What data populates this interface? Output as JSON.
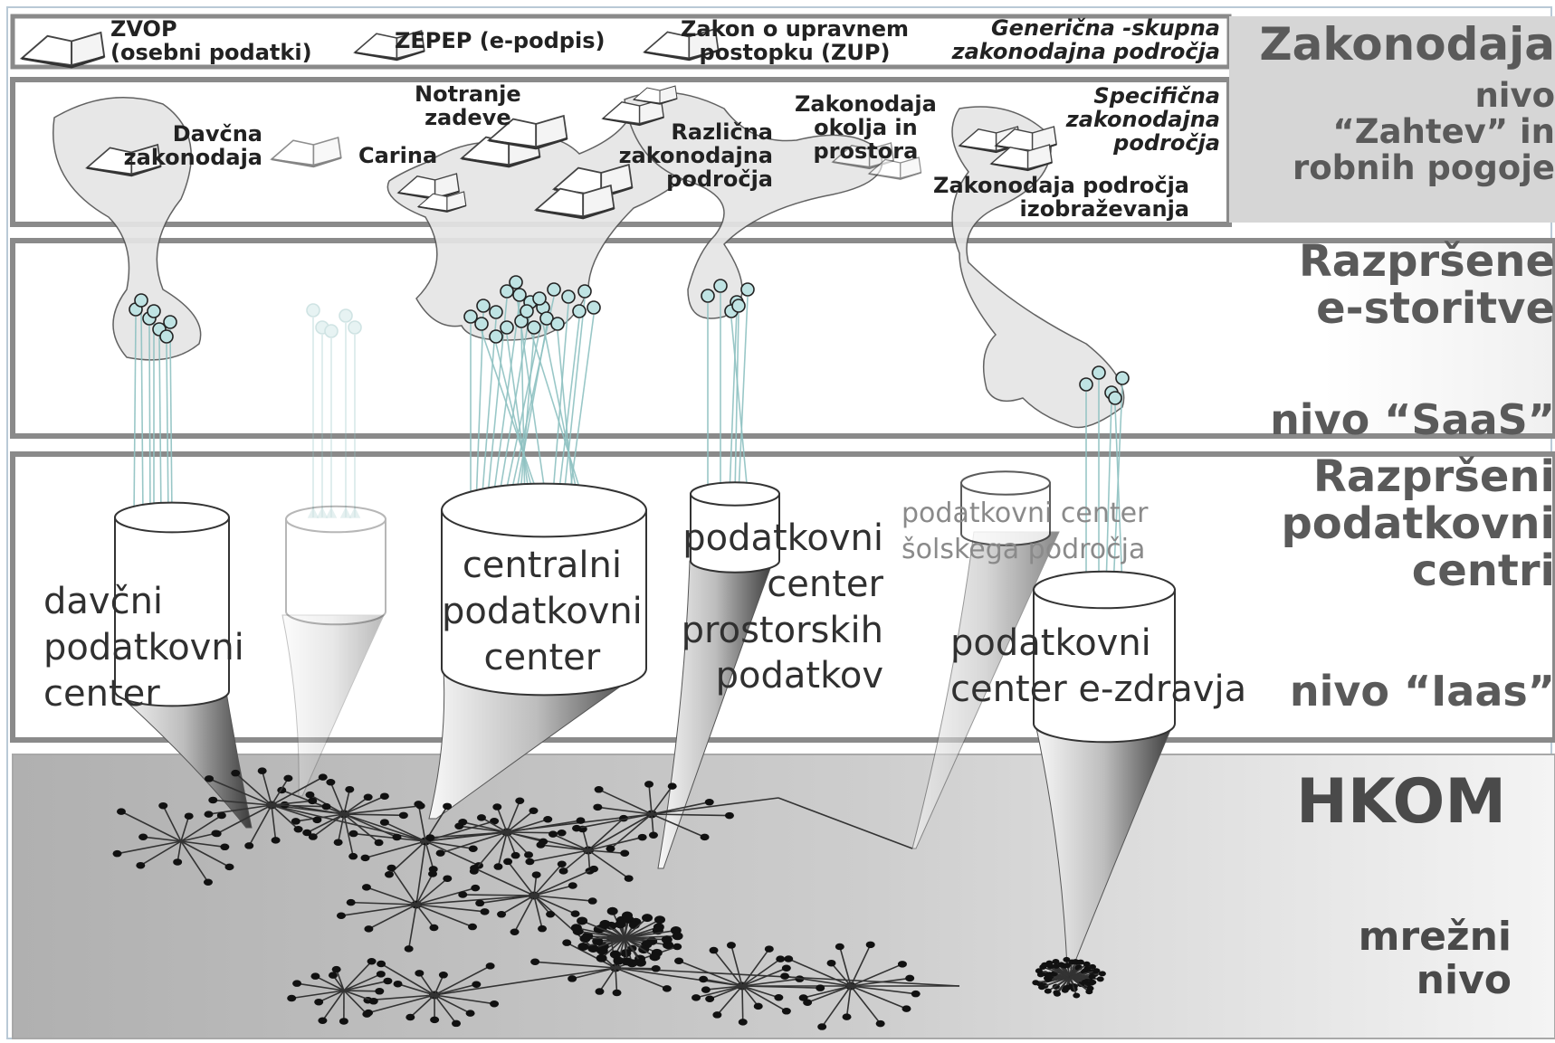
{
  "layers": {
    "legal": {
      "generic_books": [
        "ZVOP\n(osebni podatki)",
        "ZEPEP (e-podpis)",
        "Zakon o upravnem\npostopku (ZUP)"
      ],
      "generic_caption": "Generična  -skupna\nzakonodajna področja",
      "specific_areas": {
        "tax": "Davčna\nzakonodaja",
        "customs": "Carina",
        "interior": "Notranje\nzadeve",
        "various": "Različna\nzakonodajna\npodročja",
        "environment": "Zakonodaja\nokolja in\nprostora",
        "education": "Zakonodaja področja\nizobraževanja"
      },
      "specific_caption": "Specifična\nzakonodajna\npodročja",
      "level_title": "Zakonodaja",
      "level_subtitle": "nivo\n“Zahtev” in\nrobnih pogoje"
    },
    "saas": {
      "title": "Razpršene\ne-storitve",
      "subtitle": "nivo “SaaS”"
    },
    "iaas": {
      "title": "Razpršeni\npodatkovni\ncentri",
      "subtitle": "nivo “Iaas”",
      "datacenters": {
        "tax": "davčni\npodatkovni\ncenter",
        "central": "centralni\npodatkovni\ncenter",
        "spatial": "podatkovni\ncenter\nprostorskih\npodatkov",
        "school": "podatkovni center\nšolskega področja",
        "health": "podatkovni\ncenter e-zdravja"
      }
    },
    "network": {
      "title": "HKOM",
      "subtitle": "mrežni\nnivo"
    }
  },
  "colors": {
    "band_border": "#8a8a8a",
    "legal_label_bg": "#d8d8d8",
    "blob_fill": "#e6e6e6",
    "service_node": "#bfe3e3",
    "link_line": "#8fc2c2",
    "network_bg": "#c4c4c4",
    "level_text": "#5a5a5a"
  }
}
